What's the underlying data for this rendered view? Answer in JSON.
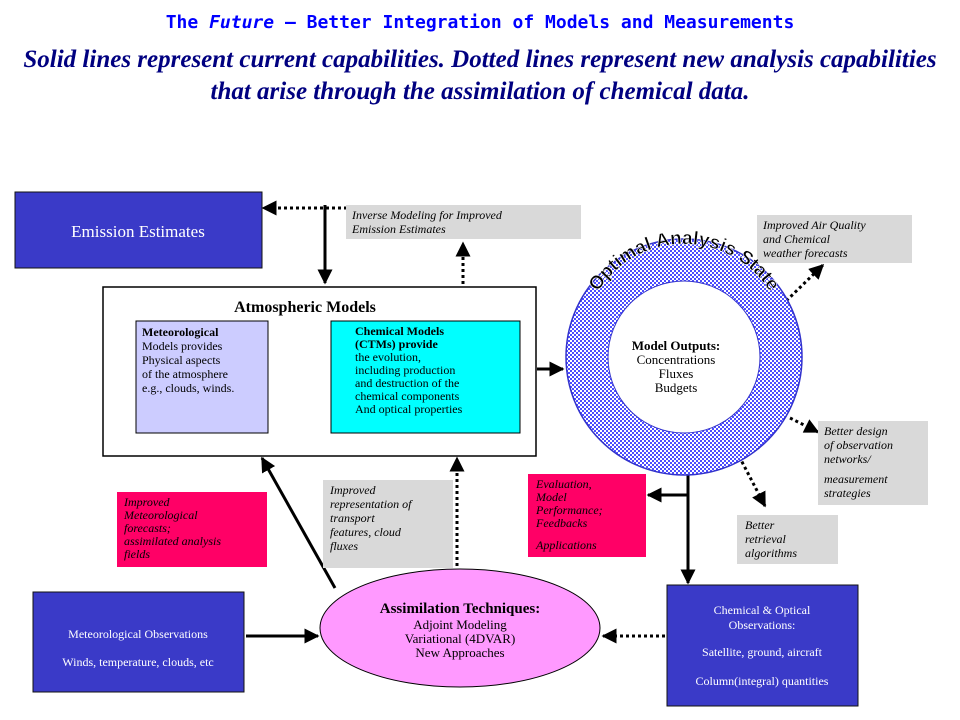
{
  "header": {
    "title_prefix": "The ",
    "title_italic": "Future",
    "title_suffix": " – Better Integration of Models and Measurements",
    "subtitle": "Solid lines represent current capabilities. Dotted lines represent new analysis capabilities that arise through the assimilation of chemical data."
  },
  "colors": {
    "navy_box": "#3a3ac8",
    "lavender": "#ccccff",
    "cyan": "#00ffff",
    "magenta": "#ff0066",
    "gray_note": "#d9d9d9",
    "assim_fill": "#ff99ff",
    "ring": "#6666ff"
  },
  "diagram": {
    "emission_estimates": "Emission Estimates",
    "inverse_note": [
      "Inverse Modeling for Improved",
      "Emission Estimates"
    ],
    "air_quality_note": [
      "Improved Air Quality",
      "and Chemical",
      "weather forecasts"
    ],
    "atmospheric_models": "Atmospheric Models",
    "met_models": [
      "Meteorological",
      "Models provides",
      "Physical aspects",
      "of the atmosphere",
      "e.g., clouds, winds."
    ],
    "chem_models": [
      "Chemical Models",
      "(CTMs) provide",
      "the evolution,",
      "including production",
      "and destruction of the",
      "chemical components",
      "And optical properties"
    ],
    "optimal_state": "Optimal Analysis State",
    "model_outputs": [
      "Model Outputs:",
      "Concentrations",
      "Fluxes",
      "Budgets"
    ],
    "network_note": [
      "Better design",
      "of observation",
      "networks/",
      "measurement",
      "strategies"
    ],
    "retrieval_note": [
      "Better",
      "retrieval",
      "algorithms"
    ],
    "evaluation_note": [
      "Evaluation,",
      "Model",
      "Performance;",
      "Feedbacks",
      "Applications"
    ],
    "transport_note": [
      "Improved",
      "representation of",
      "transport",
      "features, cloud",
      "fluxes"
    ],
    "met_forecast_note": [
      "Improved",
      "Meteorological",
      "forecasts;",
      "assimilated analysis",
      "fields"
    ],
    "assimilation": [
      "Assimilation Techniques:",
      "Adjoint Modeling",
      "Variational (4DVAR)",
      "New Approaches"
    ],
    "met_obs": [
      "Meteorological Observations",
      "Winds, temperature, clouds, etc"
    ],
    "chem_obs": [
      "Chemical  & Optical",
      "Observations:",
      "Satellite, ground, aircraft",
      "Column(integral) quantities"
    ]
  }
}
